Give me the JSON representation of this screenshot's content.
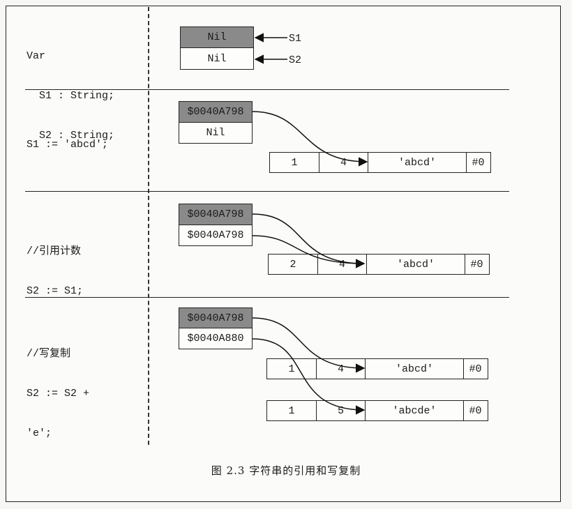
{
  "caption": "图 2.3   字符串的引用和写复制",
  "panels": [
    {
      "code": [
        "Var",
        "  S1 : String;",
        "  S2 : String;"
      ],
      "s1_value": "Nil",
      "s2_value": "Nil",
      "s1_label": "S1",
      "s2_label": "S2"
    },
    {
      "code": [
        "S1 := 'abcd';"
      ],
      "s1_value": "$0040A798",
      "s2_value": "Nil",
      "strings": [
        {
          "refcount": "1",
          "length": "4",
          "text": "'abcd'",
          "terminator": "#0"
        }
      ]
    },
    {
      "code": [
        "//引用计数",
        "S2 := S1;"
      ],
      "s1_value": "$0040A798",
      "s2_value": "$0040A798",
      "strings": [
        {
          "refcount": "2",
          "length": "4",
          "text": "'abcd'",
          "terminator": "#0"
        }
      ]
    },
    {
      "code": [
        "//写复制",
        "S2 := S2 +",
        "'e';"
      ],
      "s1_value": "$0040A798",
      "s2_value": "$0040A880",
      "strings": [
        {
          "refcount": "1",
          "length": "4",
          "text": "'abcd'",
          "terminator": "#0"
        },
        {
          "refcount": "1",
          "length": "5",
          "text": "'abcde'",
          "terminator": "#0"
        }
      ]
    }
  ],
  "colors": {
    "highlight_cell": "#8a8a8a",
    "line": "#222222"
  }
}
